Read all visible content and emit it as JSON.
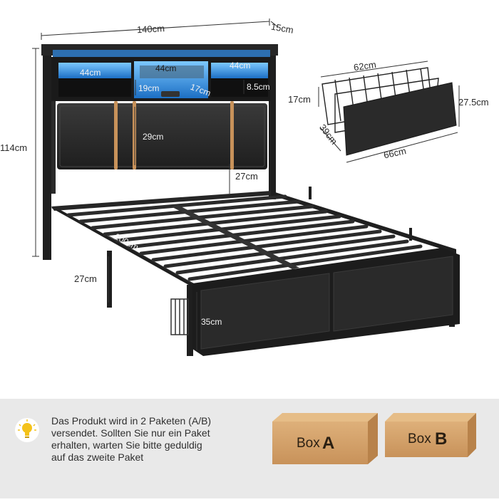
{
  "dimensions": {
    "headboard_width": "140cm",
    "headboard_depth": "15cm",
    "shelf_left_width": "44cm",
    "shelf_center_width": "44cm",
    "shelf_right_width": "44cm",
    "shelf_height": "19cm",
    "compartment_width": "17cm",
    "shelf_top_height": "8.5cm",
    "panel_height": "29cm",
    "under_headboard_clearance": "27cm",
    "total_height": "114cm",
    "bed_length": "200cm",
    "leg_clearance": "27cm",
    "drawer_front_height": "35cm",
    "drawer_basket_width": "62cm",
    "drawer_basket_height": "17cm",
    "drawer_depth": "39cm",
    "drawer_front_depth": "27.5cm",
    "drawer_front_width": "66cm"
  },
  "info": {
    "line1": "Das Produkt wird in 2 Paketen (A/B)",
    "line2": "versendet. Sollten Sie nur ein Paket",
    "line3": "erhalten, warten Sie bitte geduldig",
    "line4": "auf das zweite Paket"
  },
  "boxes": {
    "a_prefix": "Box",
    "a_letter": "A",
    "b_prefix": "Box",
    "b_letter": "B"
  },
  "colors": {
    "frame": "#1f1f1f",
    "led": "#3aa3ff",
    "cardboard": "#d9a96a",
    "info_band": "#e9e9e9",
    "gold_strap": "#c8925a"
  },
  "icons": {
    "info_icon": "lightbulb-icon"
  }
}
